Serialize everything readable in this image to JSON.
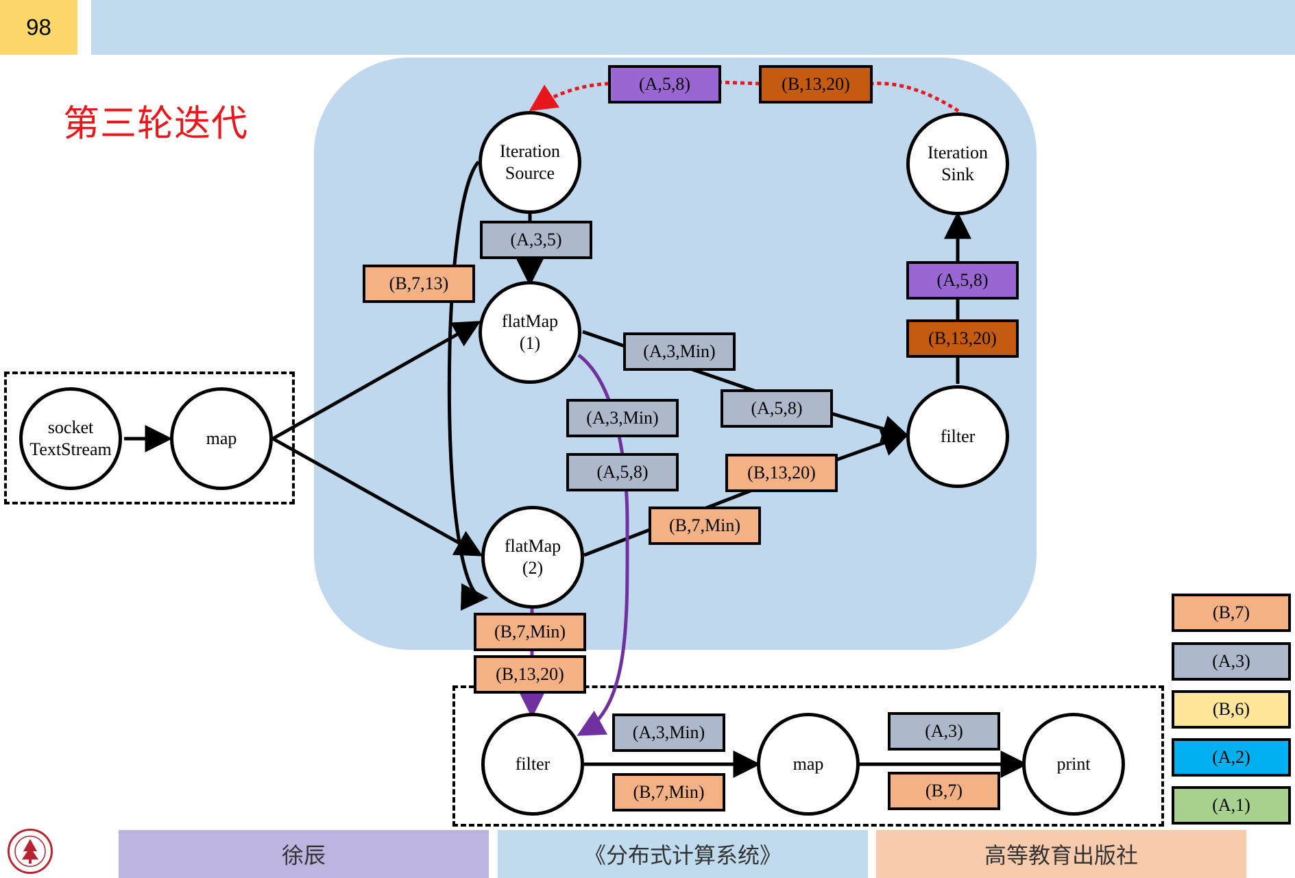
{
  "slide": {
    "number": "98",
    "title": "第三轮迭代"
  },
  "nodes": {
    "socket_text_stream": "socket\nTextStream",
    "map_source": "map",
    "iteration_source": "Iteration\nSource",
    "iteration_sink": "Iteration\nSink",
    "flatmap_1": "flatMap\n(1)",
    "flatmap_2": "flatMap\n(2)",
    "filter_loop": "filter",
    "filter_output": "filter",
    "map_output": "map",
    "print": "print"
  },
  "tags": {
    "feedback_a": "(A,5,8)",
    "feedback_b": "(B,13,20)",
    "source_out": "(A,3,5)",
    "bypass": "(B,7,13)",
    "sink_in_a": "(A,5,8)",
    "sink_in_b": "(B,13,20)",
    "fm1_to_filter_1": "(A,3,Min)",
    "fm1_to_filter_2": "(A,5,8)",
    "fm1_to_output_1": "(A,3,Min)",
    "fm1_to_output_2": "(A,5,8)",
    "fm2_to_filter_1": "(B,13,20)",
    "fm2_to_filter_2": "(B,7,Min)",
    "fm2_to_output_1": "(B,7,Min)",
    "fm2_to_output_2": "(B,13,20)",
    "filter_to_map_a": "(A,3,Min)",
    "filter_to_map_b": "(B,7,Min)",
    "map_to_print_a": "(A,3)",
    "map_to_print_b": "(B,7)"
  },
  "legend": [
    "(B,7)",
    "(A,3)",
    "(B,6)",
    "(A,2)",
    "(A,1)"
  ],
  "colors": {
    "orange_light": "#f4b183",
    "orange_dark": "#c55a11",
    "purple": "#9966d4",
    "gray_blue": "#adb9ca",
    "yellow": "#ffe699",
    "cyan": "#00b0f0",
    "green": "#a9d18e",
    "feedback_red": "#e8171b",
    "purple_edge": "#7030a0"
  },
  "footer": {
    "author": "徐辰",
    "book": "《分布式计算系统》",
    "publisher": "高等教育出版社"
  }
}
